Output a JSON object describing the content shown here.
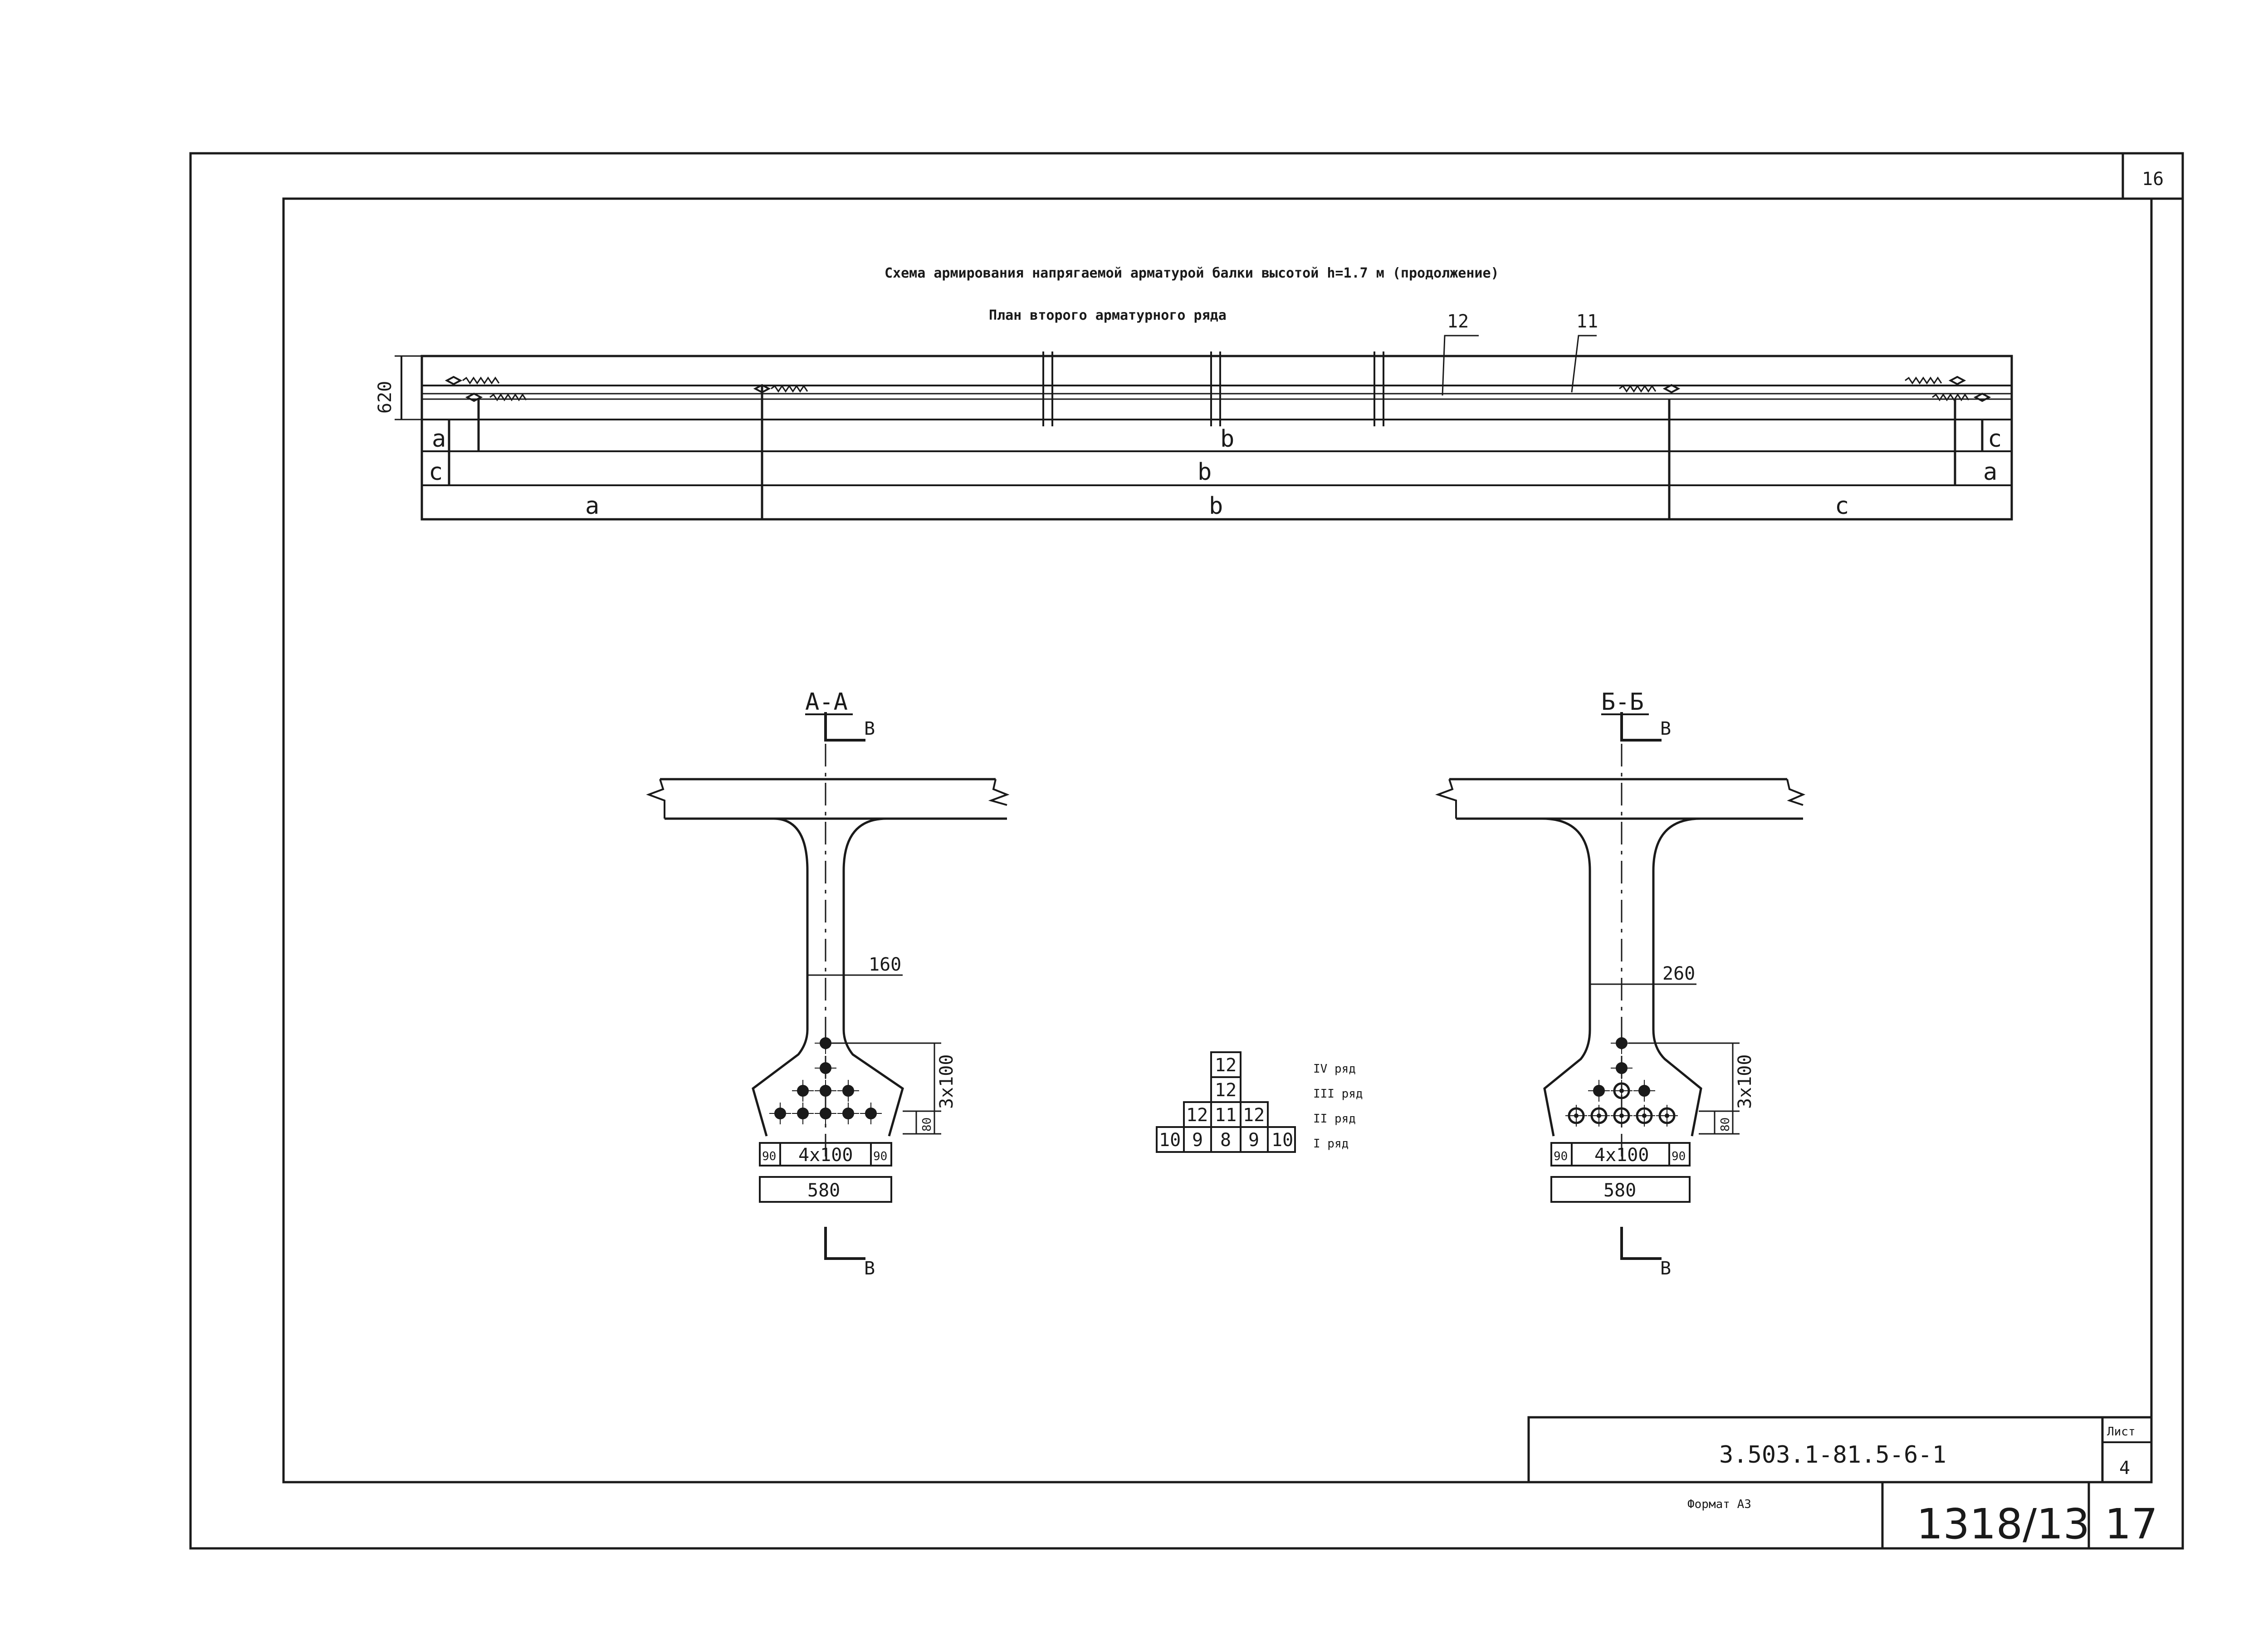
{
  "sheet": {
    "corner_number": "16",
    "title": "Схема армирования напрягаемой арматурой балки высотой h=1.7 м (продолжение)",
    "subtitle": "План второго арматурного ряда"
  },
  "plan": {
    "height_dim": "620",
    "callout_a": "12",
    "callout_b": "11",
    "row1": {
      "left": "a",
      "mid": "b",
      "right": "c"
    },
    "row2": {
      "left": "c",
      "mid": "b",
      "right": "a"
    },
    "row3": {
      "left": "a",
      "mid": "b",
      "right": "c"
    }
  },
  "section_a": {
    "label": "А-А",
    "cut_top": "В",
    "cut_bottom": "В",
    "web_dim": "160",
    "vert_dim": "3x100",
    "vert_small": "80",
    "bot_left": "90",
    "bot_mid": "4x100",
    "bot_right": "90",
    "bot_total": "580"
  },
  "section_b": {
    "label": "Б-Б",
    "cut_top": "В",
    "cut_bottom": "В",
    "web_dim": "260",
    "vert_dim": "3x100",
    "vert_small": "80",
    "bot_left": "90",
    "bot_mid": "4x100",
    "bot_right": "90",
    "bot_total": "580"
  },
  "rows_table": {
    "r4": [
      "12"
    ],
    "r3": [
      "12"
    ],
    "r2": [
      "12",
      "11",
      "12"
    ],
    "r1": [
      "10",
      "9",
      "8",
      "9",
      "10"
    ],
    "r4_label": "IV ряд",
    "r3_label": "III ряд",
    "r2_label": "II ряд",
    "r1_label": "I ряд"
  },
  "stamp": {
    "doc_code": "3.503.1-81.5-6-1",
    "sheet_label": "Лист",
    "sheet_no": "4",
    "format": "Формат А3",
    "archive": "1318/13",
    "page": "17"
  }
}
